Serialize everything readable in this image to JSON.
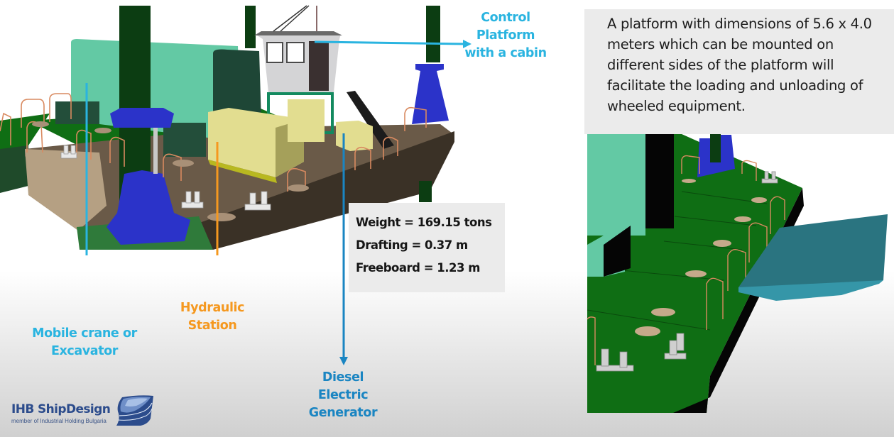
{
  "slide": {
    "callouts": {
      "control_platform": {
        "lines": [
          "Control",
          "Platform",
          "with a cabin"
        ],
        "color": "#2ab4e0"
      },
      "mobile_crane": {
        "lines": [
          "Mobile crane or",
          "Excavator"
        ],
        "color": "#2ab4e0"
      },
      "hydraulic_station": {
        "lines": [
          "Hydraulic",
          "Station"
        ],
        "color": "#f5981f"
      },
      "diesel_generator": {
        "lines": [
          "Diesel",
          "Electric",
          "Generator"
        ],
        "color": "#1a85c2"
      }
    },
    "specs": {
      "weight": "Weight = 169.15 tons",
      "drafting": "Drafting = 0.37 m",
      "freeboard": "Freeboard = 1.23 m"
    },
    "description": "A platform with dimensions of 5.6 x 4.0 meters which can be mounted on different sides of the platform will facilitate the loading and unloading of wheeled equipment.",
    "logo": {
      "name": "IHB ShipDesign",
      "subtitle": "member of Industrial Holding Bulgaria",
      "color": "#2c4c8c"
    },
    "render_colors": {
      "deck_green": "#0f6e14",
      "hull_brown": "#3a3126",
      "spud_pole": "#0c3d12",
      "spud_housing": "#2b33c9",
      "superstructure_mint": "#63c9a4",
      "hydraulic_unit_yellow": "#e2dd90",
      "ramp_teal": "#2a8a9a",
      "railing_copper": "#d98a60"
    }
  }
}
